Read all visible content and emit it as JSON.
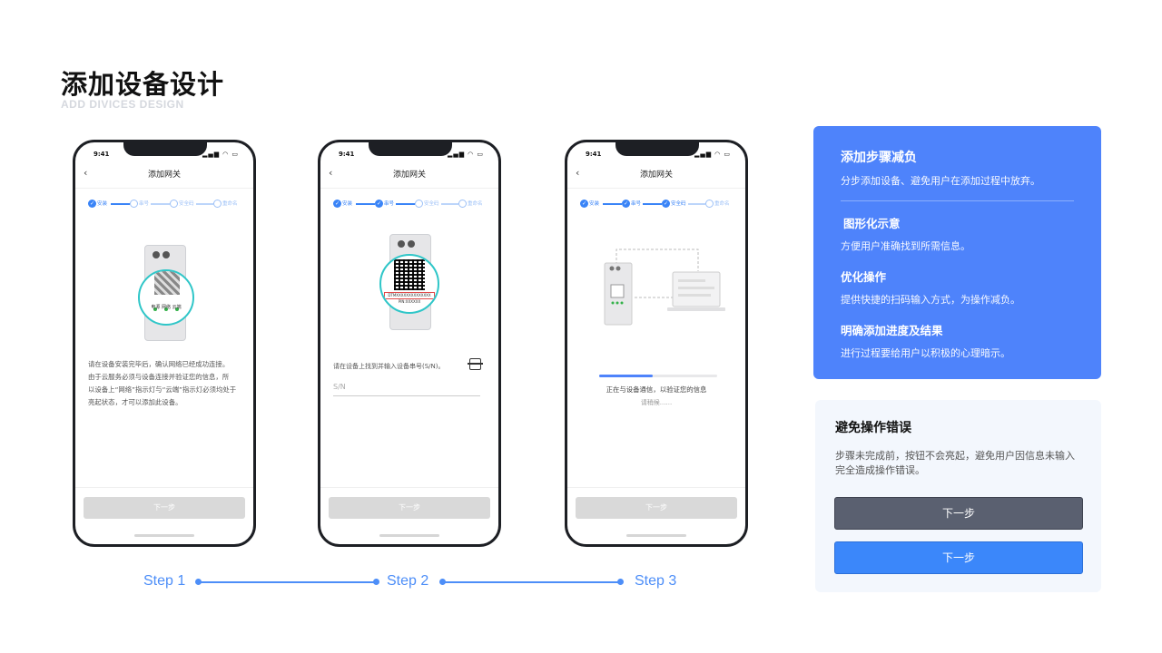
{
  "header": {
    "title": "添加设备设计",
    "subtitle": "ADD DIVICES DESIGN"
  },
  "phone_common": {
    "time": "9:41",
    "nav_title": "添加网关",
    "back": "‹",
    "next_label": "下一步",
    "steps": [
      "安装",
      "串号",
      "安全码",
      "重命名"
    ]
  },
  "phone1": {
    "led_labels": [
      "电源",
      "网络",
      "云端"
    ],
    "text": [
      "请在设备安装完毕后，确认网络已经成功连接。",
      "由于云服务必须与设备连接并验证您的信息，所",
      "以设备上“网络”指示灯与“云端”指示灯必须均处于",
      "亮起状态，才可以添加此设备。"
    ]
  },
  "phone2": {
    "qr_code": "DTMXXXXXXXXXXXXXX",
    "pin": "PIN:XXXXXX",
    "prompt": "请在设备上找到并输入设备串号(S/N)。",
    "sn_placeholder": "S/N"
  },
  "phone3": {
    "progress": 0.45,
    "status": "正在与设备通信，以验证您的信息",
    "wait": "请稍候......"
  },
  "timeline": {
    "steps": [
      "Step 1",
      "Step 2",
      "Step 3"
    ]
  },
  "benefits_card": {
    "title": "添加步骤减负",
    "desc": "分步添加设备、避免用户在添加过程中放弃。",
    "items": [
      {
        "title": "图形化示意",
        "desc": "方便用户准确找到所需信息。"
      },
      {
        "title": "优化操作",
        "desc": "提供快捷的扫码输入方式，为操作减负。"
      },
      {
        "title": "明确添加进度及结果",
        "desc": "进行过程要给用户以积极的心理暗示。"
      }
    ]
  },
  "error_card": {
    "title": "避免操作错误",
    "desc": "步骤未完成前，按钮不会亮起，避免用户因信息未输入完全造成操作错误。",
    "btn_disabled": "下一步",
    "btn_enabled": "下一步"
  },
  "colors": {
    "accent": "#4e83fb",
    "teal": "#2fc6c8",
    "dark_button": "#5a6070",
    "blue_button": "#3b87fa",
    "disabled_button": "#d9d9d9"
  }
}
